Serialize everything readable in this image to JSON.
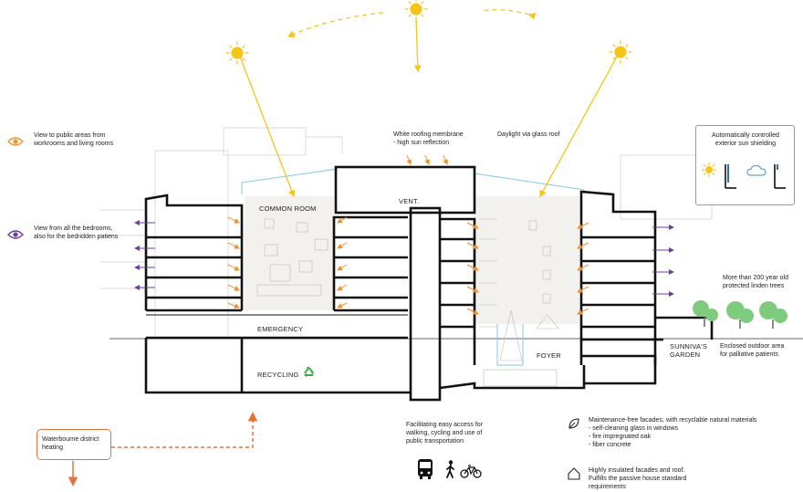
{
  "legend": {
    "public_view": "View to public areas from\nworkrooms and living rooms",
    "bedroom_view": "View from all the bedrooms,\nalso for the bedridden patiens"
  },
  "annotations": {
    "roofing": "White roofing membrane\n- high sun reflection",
    "daylight": "Daylight via glass roof",
    "sun_shielding": "Automatically controlled\nexterior sun shielding",
    "linden": "More than 200 year old\nprotected linden trees",
    "outdoor": "Enclosed outdoor area\nfor palliative patients",
    "access": "Facilitating easy access for\nwalking, cycling and use of\npublic transportation",
    "facades": "Maintenance-free facades, with recyclable natural materials\n- self-cleaning glass in windows\n- fire impregnated oak\n- fiber concrete",
    "insulation": "Highly insulated facades and roof.\nFulfills the passive house standard\nrequirements",
    "heating": "Waterbourne district\nheating"
  },
  "rooms": {
    "common": "COMMON ROOM",
    "vent": "VENT.",
    "emergency": "EMERGENCY",
    "recycling": "RECYCLING",
    "foyer": "FOYER",
    "garden": "SUNNIVA'S\nGARDEN"
  },
  "icons": {
    "eye_public": "eye-icon-orange",
    "eye_bedroom": "eye-icon-purple",
    "sun": "sun-icon",
    "cloud": "cloud-icon",
    "recycle": "recycle-icon",
    "bus": "bus-icon",
    "pedestrian": "pedestrian-icon",
    "bicycle": "bicycle-icon",
    "leaf": "leaf-icon",
    "house": "house-icon"
  },
  "colors": {
    "sun": "#f6c51a",
    "orange_arrow": "#f0922e",
    "purple_arrow": "#6b3fa0",
    "heating_orange": "#e8733a",
    "glass_blue": "#7fc8e8",
    "tree_green": "#7ecb7e"
  }
}
